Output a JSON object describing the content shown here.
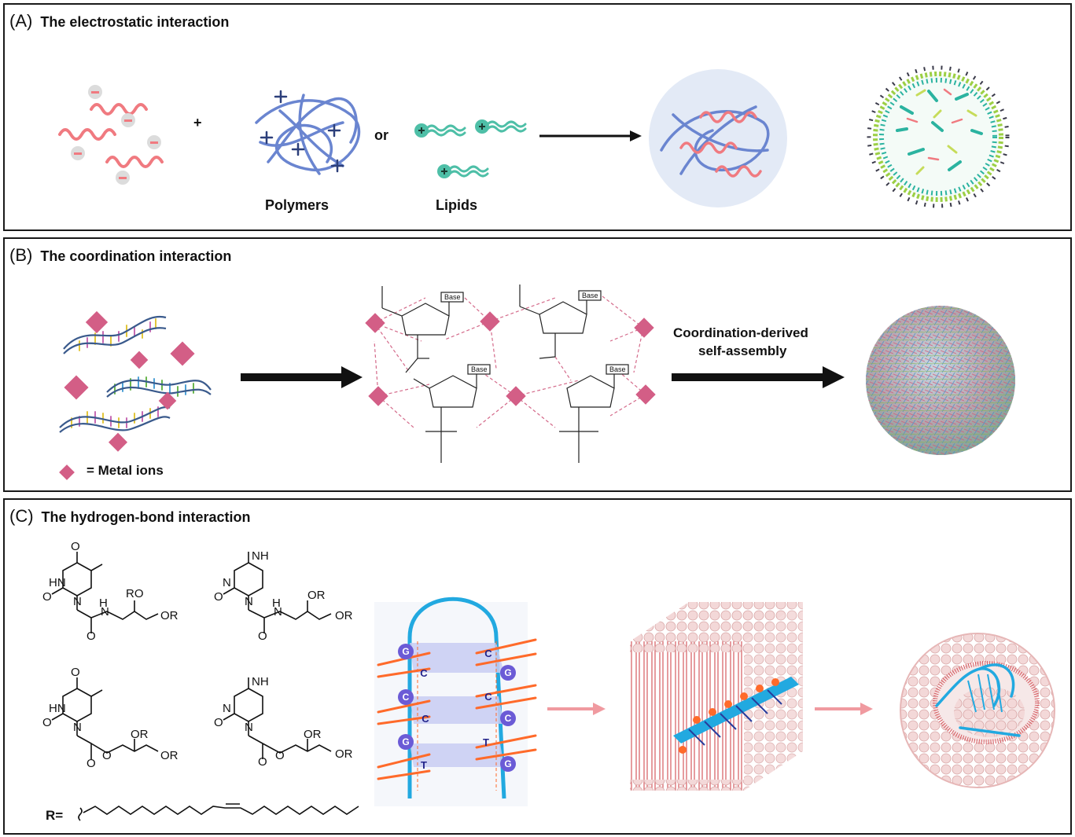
{
  "panels": {
    "a": {
      "letter": "(A)",
      "title": "The electrostatic interaction",
      "plus": "+",
      "or": "or",
      "polymers": "Polymers",
      "lipids": "Lipids"
    },
    "b": {
      "letter": "(B)",
      "title": "The coordination interaction",
      "coord_line1": "Coordination-derived",
      "coord_line2": "self-assembly",
      "legend": "= Metal ions",
      "base": "Base"
    },
    "c": {
      "letter": "(C)",
      "title": "The hydrogen-bond interaction",
      "r_label": "R="
    }
  },
  "colors": {
    "rna_red": "#f07a80",
    "polymer_blue": "#6a85d0",
    "lipid_teal": "#4ebfa7",
    "metal_pink": "#d35e86",
    "strand_cyan": "#22a9e0",
    "nucleobase_orange": "#ff6a2a"
  }
}
